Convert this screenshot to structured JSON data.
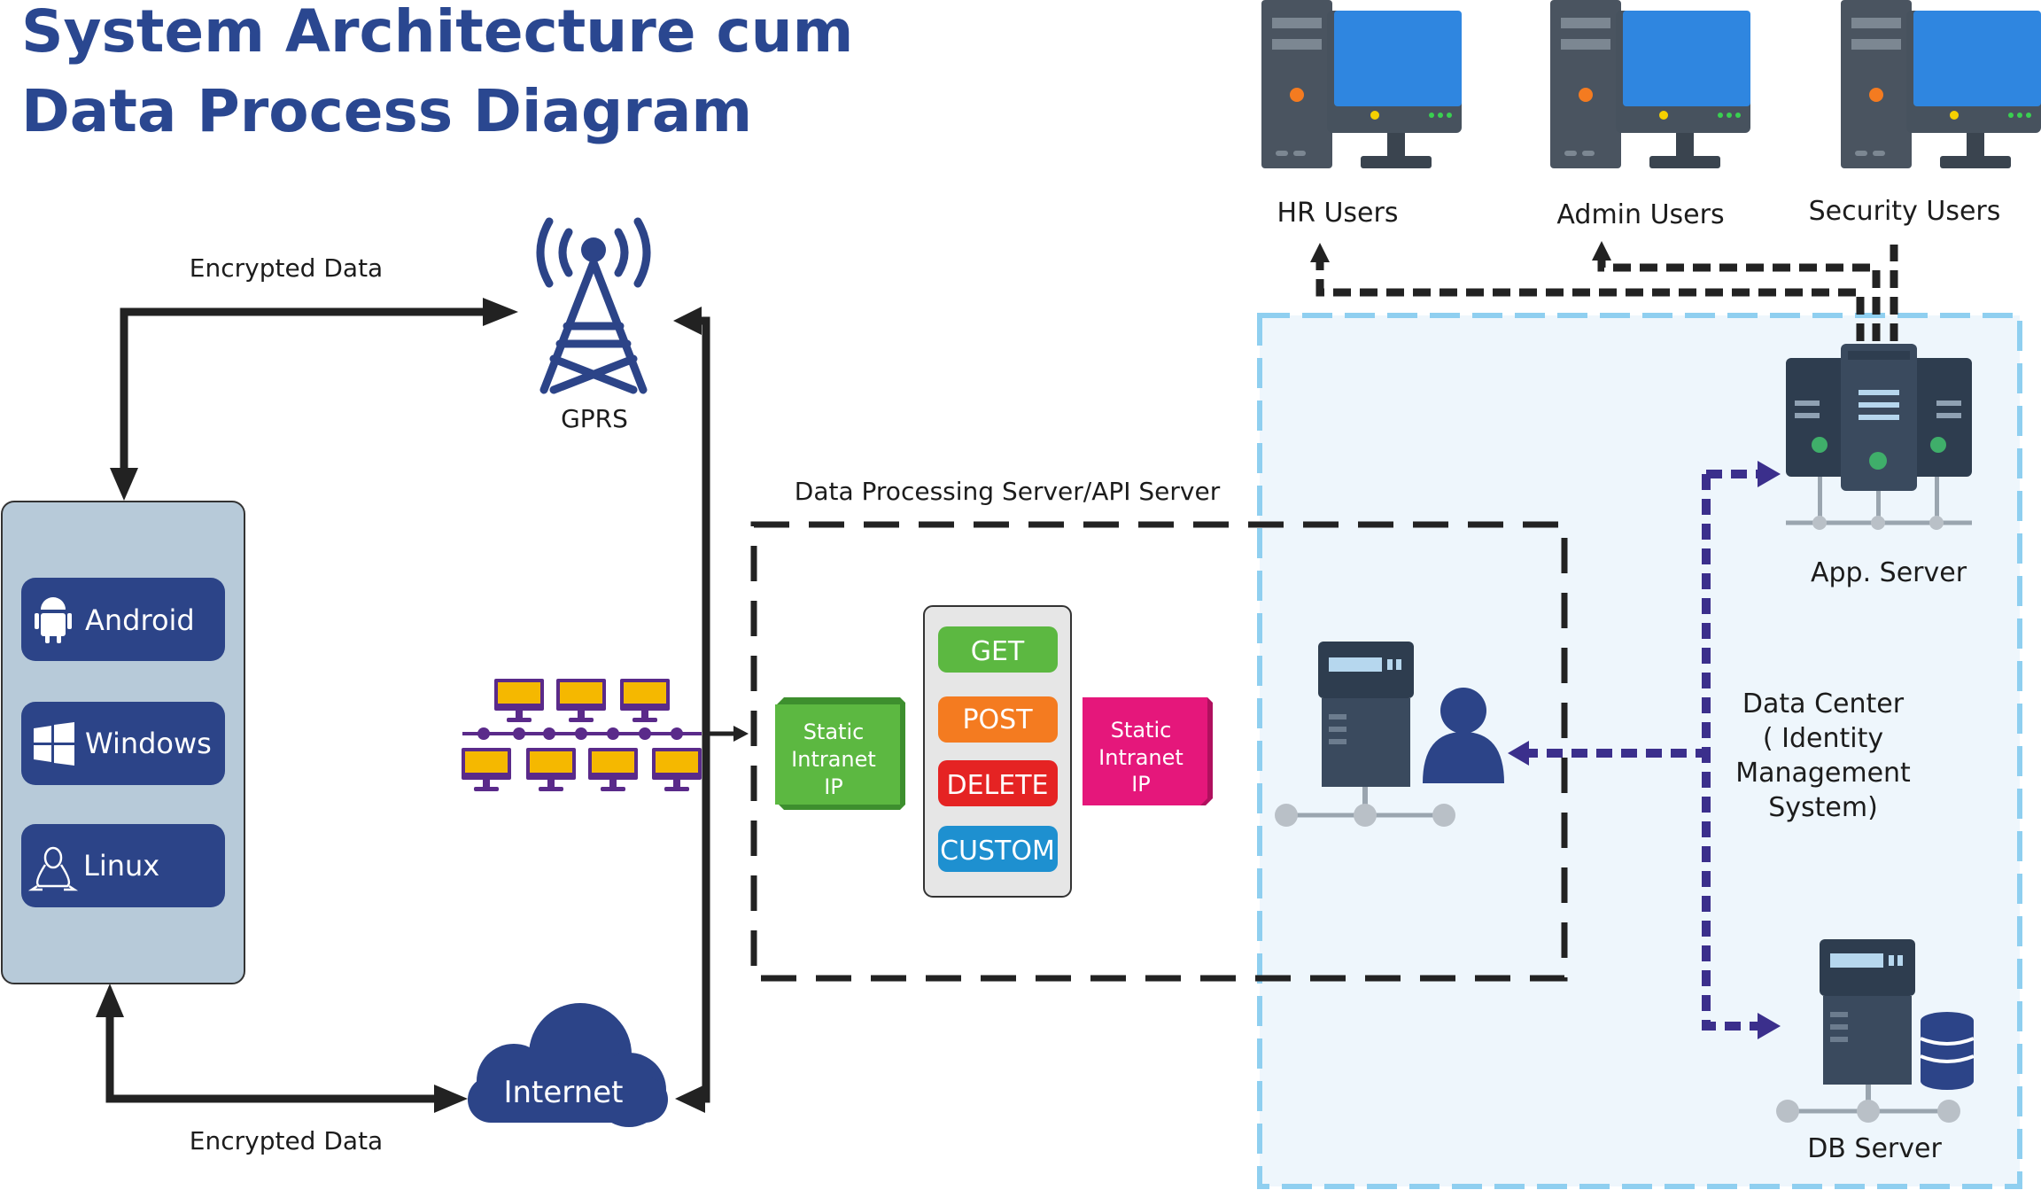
{
  "title": {
    "line1": "System Architecture cum",
    "line2": "Data Process Diagram"
  },
  "connections": {
    "top_label": "Encrypted Data",
    "bottom_label": "Encrypted Data"
  },
  "gprs": {
    "label": "GPRS"
  },
  "internet": {
    "label": "Internet"
  },
  "platforms": [
    {
      "label": "Android",
      "icon": "android-icon"
    },
    {
      "label": "Windows",
      "icon": "windows-icon"
    },
    {
      "label": "Linux",
      "icon": "linux-icon"
    }
  ],
  "api_server": {
    "label": "Data Processing Server/API Server",
    "static_left": {
      "line1": "Static",
      "line2": "Intranet",
      "line3": "IP"
    },
    "static_right": {
      "line1": "Static",
      "line2": "Intranet",
      "line3": "IP"
    },
    "methods": [
      {
        "label": "GET",
        "color": "#5cb841"
      },
      {
        "label": "POST",
        "color": "#f47b20"
      },
      {
        "label": "DELETE",
        "color": "#e52323"
      },
      {
        "label": "CUSTOM",
        "color": "#1e90d0"
      }
    ]
  },
  "users": [
    {
      "label": "HR Users"
    },
    {
      "label": "Admin Users"
    },
    {
      "label": "Security Users"
    }
  ],
  "data_center": {
    "line1": "Data Center",
    "line2": "( Identity",
    "line3": "Management",
    "line4": "System)"
  },
  "app_server": {
    "label": "App. Server"
  },
  "db_server": {
    "label": "DB Server"
  },
  "colors": {
    "title_blue": "#2a4790",
    "navy": "#2c4488",
    "dark_server": "#2e3d4f",
    "monitor_blue": "#2f86e0",
    "purple_dash": "#3b2f8c",
    "light_blue_region": "#eef6fc",
    "light_blue_border": "#8fcff0",
    "static_green": "#5cb841",
    "static_pink": "#e5177b",
    "workstation_purple": "#5a2a8a",
    "workstation_yellow": "#f5b800"
  }
}
